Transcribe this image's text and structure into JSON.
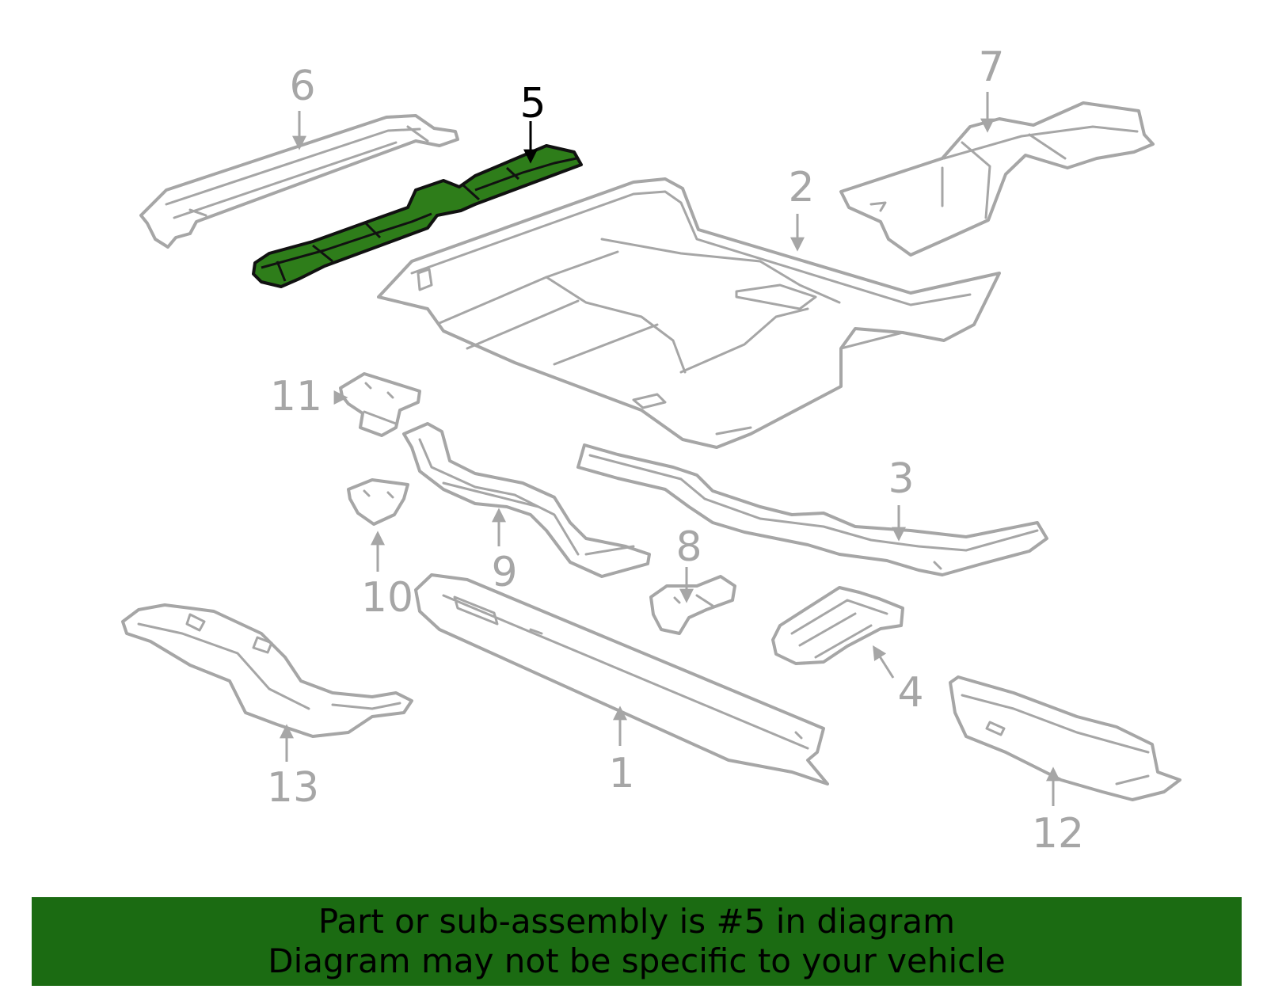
{
  "diagram": {
    "highlight_color": "#2e7d1a",
    "callouts": [
      {
        "id": "1",
        "label": "1"
      },
      {
        "id": "2",
        "label": "2"
      },
      {
        "id": "3",
        "label": "3"
      },
      {
        "id": "4",
        "label": "4"
      },
      {
        "id": "5",
        "label": "5",
        "highlighted": true
      },
      {
        "id": "6",
        "label": "6"
      },
      {
        "id": "7",
        "label": "7"
      },
      {
        "id": "8",
        "label": "8"
      },
      {
        "id": "9",
        "label": "9"
      },
      {
        "id": "10",
        "label": "10"
      },
      {
        "id": "11",
        "label": "11"
      },
      {
        "id": "12",
        "label": "12"
      },
      {
        "id": "13",
        "label": "13"
      }
    ]
  },
  "banner": {
    "line1": "Part or sub-assembly is #5 in diagram",
    "line2": "Diagram may not be specific to your vehicle",
    "color": "#1b6b12"
  }
}
